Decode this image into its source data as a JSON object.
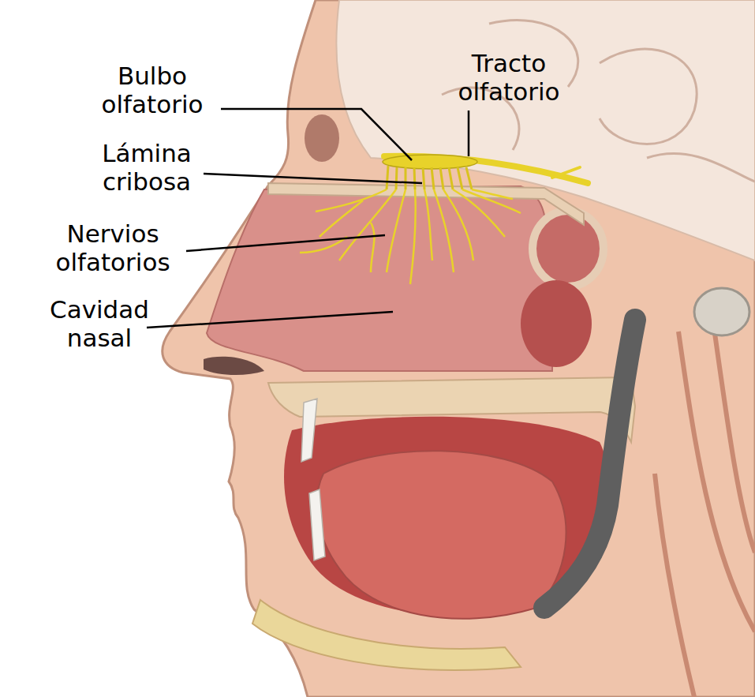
{
  "diagram": {
    "labels": [
      "Bulbo olfatorio",
      "Tracto olfatorio",
      "Lámina cribosa",
      "Nervios olfatorios",
      "Cavidad nasal"
    ]
  }
}
